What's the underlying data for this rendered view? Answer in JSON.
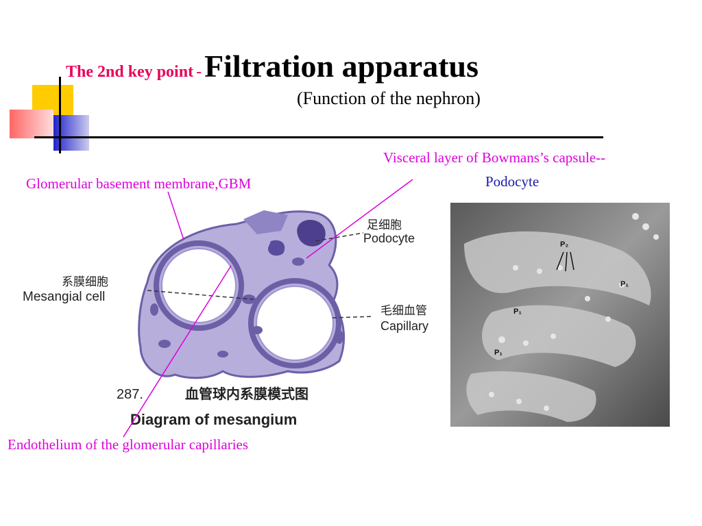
{
  "title": {
    "prefix": "The 2nd key point",
    "dash": "-",
    "main": "Filtration apparatus",
    "subtitle": "(Function of the nephron)"
  },
  "labels": {
    "gbm": "Glomerular basement membrane,GBM",
    "visceral": "Visceral layer of Bowmans’s capsule--",
    "podocyte": "Podocyte",
    "endothelium": "Endothelium of the glomerular capillaries"
  },
  "diagram": {
    "podocyte_cn": "足细胞",
    "podocyte_en": "Podocyte",
    "mesangial_cn": "系膜细胞",
    "mesangial_en": "Mesangial cell",
    "capillary_cn": "毛细血管",
    "capillary_en": "Capillary",
    "figure_number": "287.",
    "caption_cn": "血管球内系膜模式图",
    "caption_en": "Diagram of mesangium"
  },
  "micrograph": {
    "p2": "P₂",
    "p1_a": "P₁",
    "p1_b": "P₁",
    "p1_c": "P₁"
  },
  "colors": {
    "title_accent": "#e8005a",
    "label_magenta": "#dd00dd",
    "label_blue": "#1a1aa6",
    "tissue": "#8a7fbf"
  }
}
